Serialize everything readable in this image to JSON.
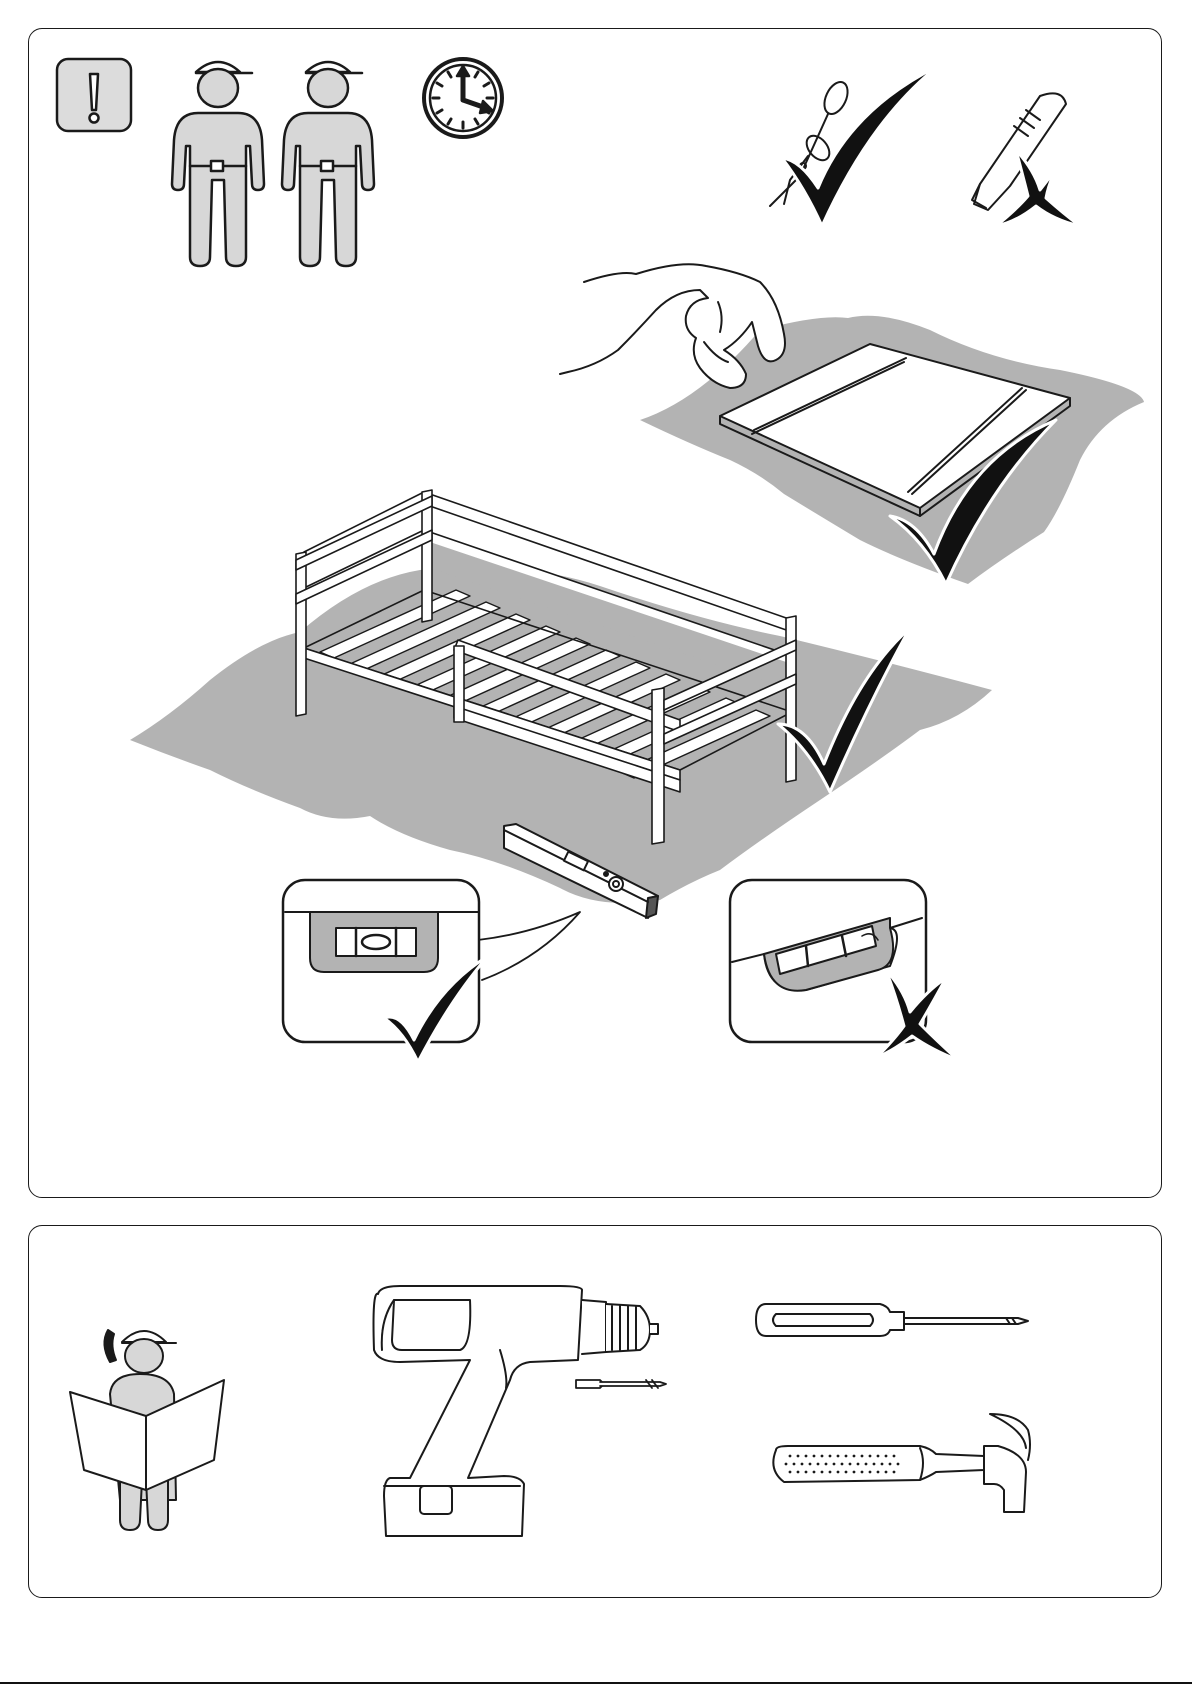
{
  "page": {
    "background": "#ffffff"
  },
  "colors": {
    "ink": "#1a1a1a",
    "floor": "#b3b3b3",
    "figure_fill": "#d7d7d7",
    "warning_fill": "#dcdcdc"
  },
  "top_panel": {
    "icons": [
      "warning-exclamation-icon",
      "two-persons-icon",
      "clock-icon",
      "scissors-icon",
      "checkmark-icon",
      "utility-knife-icon",
      "cross-icon"
    ],
    "scenes": [
      "unpack-on-soft-surface",
      "assemble-bed-on-floor-protector",
      "spirit-level-check"
    ]
  },
  "bottom_panel": {
    "icons": [
      "read-manual-call-person-icon",
      "cordless-drill-icon",
      "drill-bit-icon",
      "screwdriver-icon",
      "hammer-icon"
    ]
  }
}
